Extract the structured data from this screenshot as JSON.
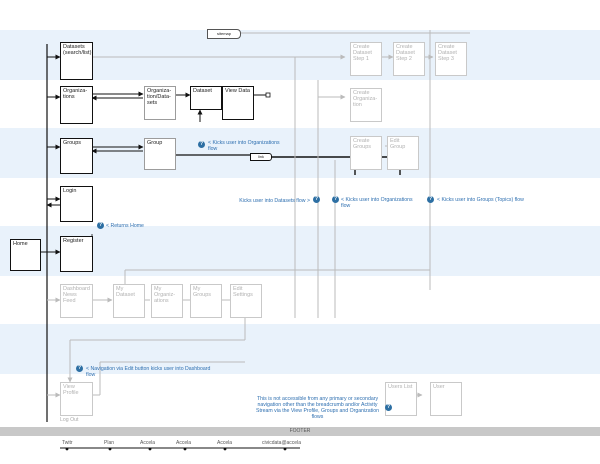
{
  "top_tag": "sitemap",
  "pages": {
    "datasets": "Datasets (search/list)",
    "organizations": "Organiza-tions",
    "org_datasets": "Organiza-tion/Data-sets",
    "dataset": "Dataset",
    "view_data": "View Data",
    "groups": "Groups",
    "group": "Group",
    "login": "Login",
    "register": "Register",
    "home": "Home",
    "create_dataset_1": "Create Dataset Step 1",
    "create_dataset_2": "Create Dataset Step 2",
    "create_dataset_3": "Create Dataset Step 3",
    "create_org": "Create Organiza-tion",
    "create_groups": "Create Groups",
    "edit_group": "Edit Group",
    "dashboard": "Dashboard News Feed",
    "my_dataset": "My Dataset",
    "my_orgs": "My Organiz-ations",
    "my_groups": "My Groups",
    "edit_settings": "Edit Settings",
    "view_profile": "View Profile",
    "log_out": "Log Out",
    "users_list": "Users List",
    "user": "User"
  },
  "link_tag": "link",
  "notes": {
    "kicks_org": "< Kicks user into Organizations flow",
    "kicks_datasets": "Kicks user into Datasets flow >",
    "kicks_org2": "< Kicks user into Organizations flow",
    "kicks_groups": "< Kicks user into Groups (Topics) flow",
    "returns_home": "< Returns Home",
    "nav_edit": "< Navigation via Edit button kicks user into Dashboard flow",
    "not_accessible": "This is not accessible from any primary or secondary navigation other than the breadcrumb and/or Activity Stream via the View Profile, Groups and Organization flows"
  },
  "footer": {
    "label": "FOOTER",
    "links": [
      "Twitr",
      "Plan",
      "Accela",
      "Accela",
      "Accela",
      "civicdata@accela"
    ]
  }
}
